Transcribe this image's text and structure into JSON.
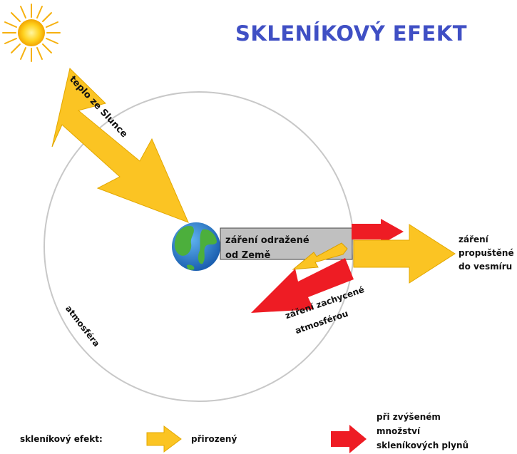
{
  "title": "SKLENÍKOVÝ  EFEKT",
  "labels": {
    "sun_heat": "teplo ze Slunce",
    "reflected_line1": "záření odražené",
    "reflected_line2": "od Země",
    "passed_line1": "záření",
    "passed_line2": "propuštěné",
    "passed_line3": "do vesmíru",
    "trapped_line1": "záření zachycené",
    "trapped_line2": "atmosférou",
    "atmosphere": "atmosféra"
  },
  "legend": {
    "label": "skleníkový efekt:",
    "natural": "přirozený",
    "elevated_line1": "při zvýšeném",
    "elevated_line2": "množství",
    "elevated_line3": "skleníkových plynů"
  },
  "colors": {
    "title": "#3f4fc4",
    "natural_arrow": "#fbc423",
    "elevated_arrow": "#ee1c24",
    "atmosphere_ring": "#c8c8c8",
    "ocean": "#2c84d6",
    "land": "#4caf3c",
    "reflect_box": "#c0c0c0"
  },
  "icons": {
    "sun": "sun-icon",
    "earth": "earth-globe-icon"
  }
}
